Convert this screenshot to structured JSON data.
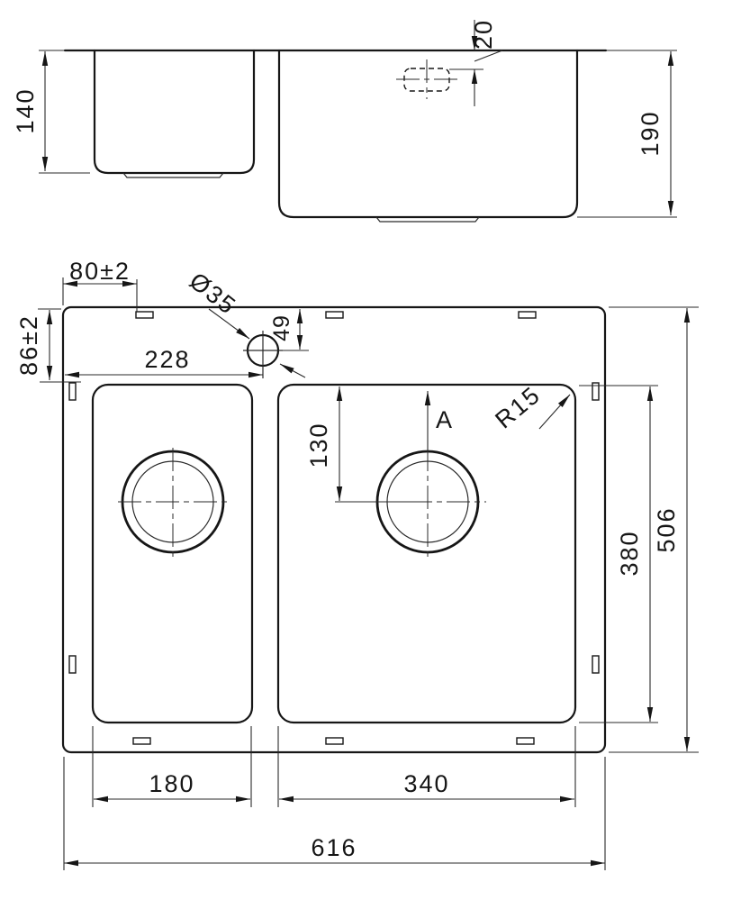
{
  "drawing": {
    "type": "technical-drawing",
    "subject": "one-and-a-half bowl undermount sink",
    "colors": {
      "background": "#ffffff",
      "line": "#161616"
    },
    "views": {
      "top": "side elevation",
      "bottom": "plan view"
    }
  },
  "labels": {
    "elevation": {
      "bowl1_depth": "140",
      "overflow_gap": "20",
      "bowl2_depth": "190"
    },
    "plan": {
      "tap_offset_x": "80±2",
      "tap_offset_y": "86±2",
      "tap_center_from_left": "228",
      "tap_hole_diameter": "Ø35",
      "tap_center_from_top": "49",
      "drain_center_from_top": "130",
      "section_marker": "A",
      "corner_radius": "R15",
      "bowl2_length": "380",
      "overall_length": "506",
      "bowl1_width": "180",
      "bowl2_width": "340",
      "overall_width": "616"
    }
  }
}
